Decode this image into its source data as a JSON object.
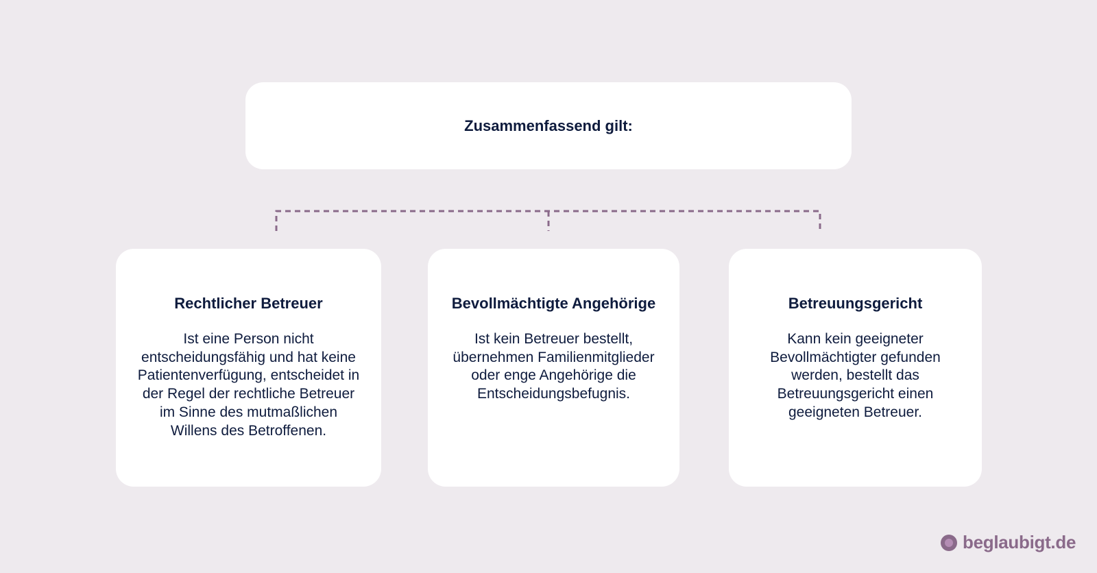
{
  "summary": {
    "title": "Zusammenfassend gilt:"
  },
  "cards": [
    {
      "title": "Rechtlicher Betreuer",
      "text": "Ist eine Person nicht entscheidungsfähig und hat keine Patientenverfügung, entscheidet in der Regel der rechtliche Betreuer im Sinne des mutmaßlichen Willens des Betroffenen."
    },
    {
      "title": "Bevollmächtigte Angehörige",
      "text": "Ist kein Betreuer bestellt, übernehmen Familienmitglieder oder enge Angehörige die Entscheidungsbefugnis."
    },
    {
      "title": "Betreuungsgericht",
      "text": "Kann kein geeigneter Bevollmächtigter gefunden werden, bestellt das Betreuungsgericht einen geeigneten Betreuer."
    }
  ],
  "brand": {
    "name": "beglaubigt.de",
    "logo_icon": "circle-logo-icon",
    "color": "#8a6a8a"
  },
  "colors": {
    "background": "#eeeaee",
    "box": "#ffffff",
    "text": "#0e1b3d",
    "connector": "#8a6a8a"
  }
}
